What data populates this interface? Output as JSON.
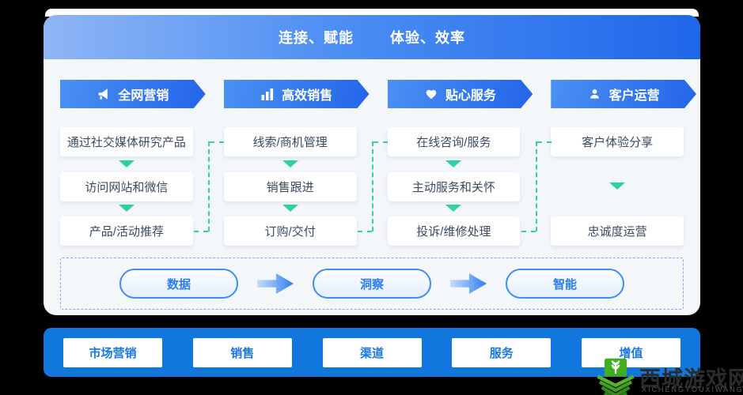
{
  "banner": {
    "left": "连接、赋能",
    "right": "体验、效率"
  },
  "columns": [
    {
      "header": "全网营销",
      "icon": "megaphone-icon",
      "steps": [
        "通过社交媒体研究产品",
        "访问网站和微信",
        "产品/活动推荐"
      ]
    },
    {
      "header": "高效销售",
      "icon": "bar-chart-icon",
      "steps": [
        "线索/商机管理",
        "销售跟进",
        "订购/交付"
      ]
    },
    {
      "header": "贴心服务",
      "icon": "heart-icon",
      "steps": [
        "在线咨询/服务",
        "主动服务和关怀",
        "投诉/维修处理"
      ]
    },
    {
      "header": "客户运营",
      "icon": "user-icon",
      "steps": [
        "客户体验分享",
        "忠诚度运营"
      ]
    }
  ],
  "pipeline": {
    "items": [
      "数据",
      "洞察",
      "智能"
    ]
  },
  "footer_bar": {
    "items": [
      "市场营销",
      "销售",
      "渠道",
      "服务",
      "增值"
    ]
  },
  "watermark": {
    "name": "西城游戏网",
    "latin": "XICHENGYOUXIWANG"
  },
  "colors": {
    "banner_gradient_start": "#8fb6f5",
    "banner_gradient_end": "#1f67ea",
    "ribbon_gradient_start": "#4b90f3",
    "ribbon_gradient_end": "#2365e8",
    "accent_green": "#2bd3a2",
    "accent_blue": "#2f80ed",
    "footer_blue": "#1277dd",
    "panel_bg": "#f4f7fa"
  }
}
